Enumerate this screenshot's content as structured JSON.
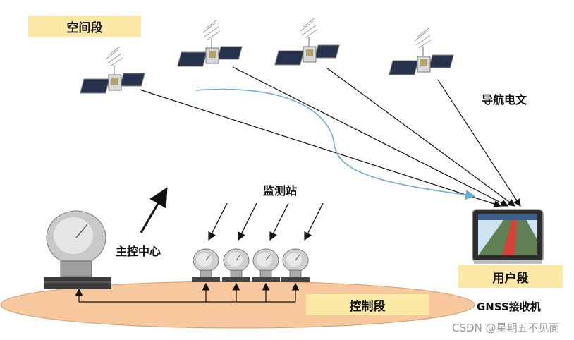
{
  "labels": {
    "space_segment": "空间段",
    "nav_message": "导航电文",
    "monitor_station": "监测站",
    "master_control": "主控中心",
    "user_segment": "用户段",
    "control_segment": "控制段",
    "receiver": "GNSS接收机"
  },
  "watermark": "CSDN @星期五不见面",
  "colors": {
    "label_bg": "#fbe9a5",
    "ground_fill": "#f7c79d",
    "curve": "#6aaed6"
  }
}
